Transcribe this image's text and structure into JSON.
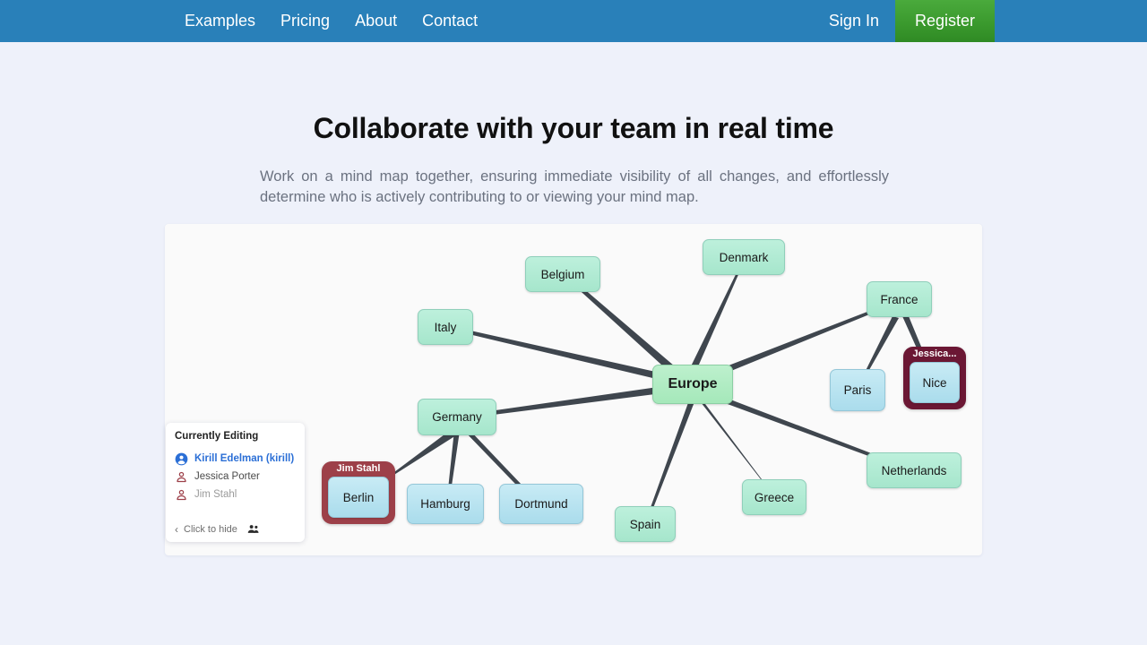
{
  "navbar": {
    "links": [
      {
        "label": "Examples"
      },
      {
        "label": "Pricing"
      },
      {
        "label": "About"
      },
      {
        "label": "Contact"
      }
    ],
    "sign_in_label": "Sign In",
    "register_label": "Register",
    "background_color": "#2980b9",
    "register_color": "#3b9a2e"
  },
  "hero": {
    "title": "Collaborate with your team in real time",
    "subtitle": "Work on a mind map together, ensuring immediate visibility of all changes, and effortlessly determine who is actively contributing to or viewing your mind map."
  },
  "editing_panel": {
    "title": "Currently Editing",
    "users": [
      {
        "name": "Kirill Edelman (kirill)",
        "state": "active",
        "icon": "user-filled-icon",
        "color": "#2b6fd6"
      },
      {
        "name": "Jessica Porter",
        "state": "idle",
        "icon": "user-outline-icon",
        "color": "#9d4049"
      },
      {
        "name": "Jim Stahl",
        "state": "idle",
        "icon": "user-outline-icon",
        "color": "#9d4049"
      }
    ],
    "hide_label": "Click to hide",
    "chevron": "‹",
    "people_icon": "people-icon"
  },
  "mindmap": {
    "root": {
      "label": "Europe"
    },
    "nodes": [
      {
        "label": "Belgium",
        "type": "country"
      },
      {
        "label": "Denmark",
        "type": "country"
      },
      {
        "label": "France",
        "type": "country"
      },
      {
        "label": "Italy",
        "type": "country"
      },
      {
        "label": "Germany",
        "type": "country"
      },
      {
        "label": "Spain",
        "type": "country"
      },
      {
        "label": "Greece",
        "type": "country"
      },
      {
        "label": "Netherlands",
        "type": "country"
      },
      {
        "label": "Paris",
        "type": "city"
      },
      {
        "label": "Nice",
        "type": "city"
      },
      {
        "label": "Berlin",
        "type": "city"
      },
      {
        "label": "Hamburg",
        "type": "city"
      },
      {
        "label": "Dortmund",
        "type": "city"
      }
    ],
    "selections": [
      {
        "node": "Nice",
        "user": "Jessica...",
        "color": "#6b1734"
      },
      {
        "node": "Berlin",
        "user": "Jim Stahl",
        "color": "#9d4049"
      }
    ],
    "edge_color": "#3f464e",
    "root_color": "#a5e8ba",
    "country_color": "#a6e6cc",
    "city_color": "#aadcec"
  }
}
